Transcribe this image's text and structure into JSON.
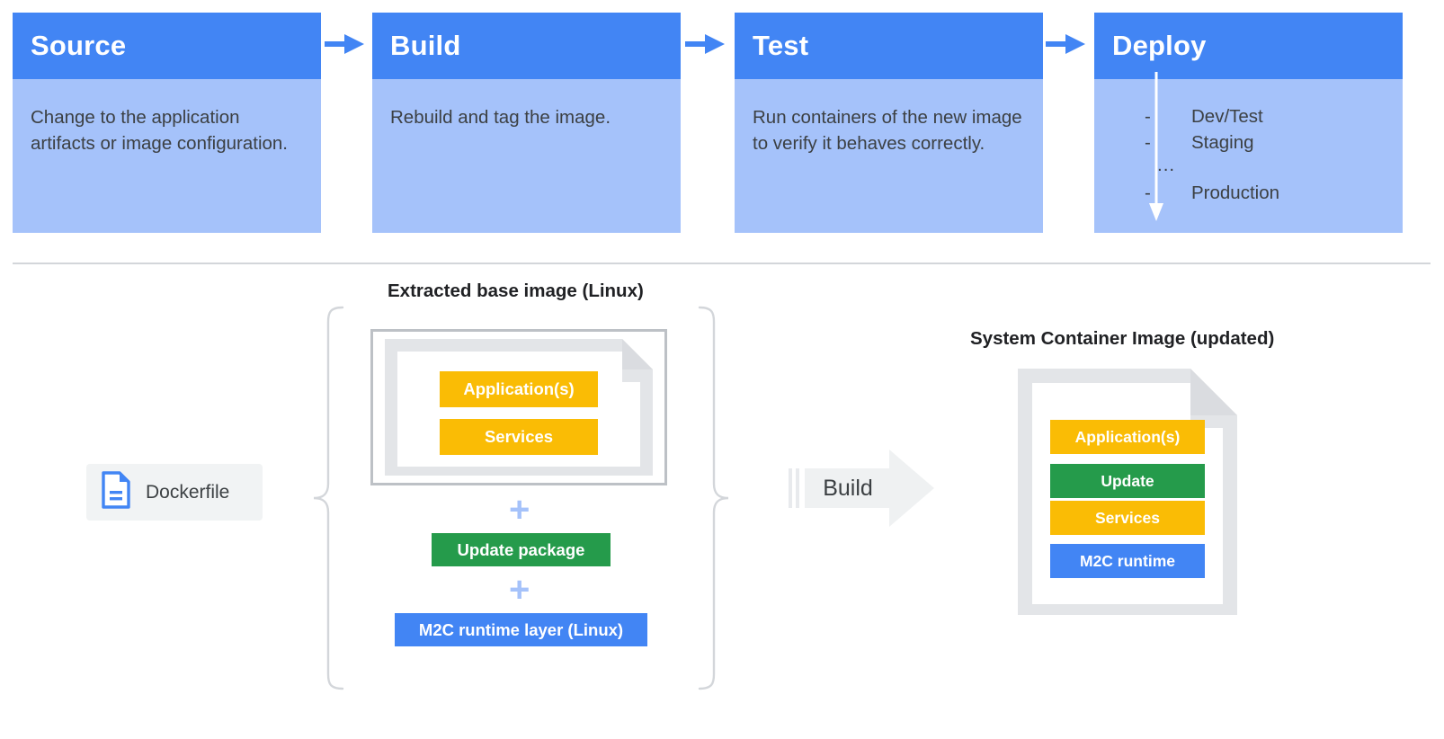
{
  "pipeline": {
    "cards": [
      {
        "title": "Source",
        "body": "Change to the application artifacts or image configuration."
      },
      {
        "title": "Build",
        "body": "Rebuild and tag the image."
      },
      {
        "title": "Test",
        "body": "Run containers of the new image to verify it behaves correctly."
      },
      {
        "title": "Deploy",
        "body": ""
      }
    ],
    "deploy_stages": [
      {
        "dash": "-",
        "label": "Dev/Test"
      },
      {
        "dash": "-",
        "label": "Staging"
      },
      {
        "dash": "",
        "label": "..."
      },
      {
        "dash": "-",
        "label": "Production"
      }
    ],
    "arrow_icon": "arrow-right-icon"
  },
  "build_flow": {
    "base_image_label": "Extracted base image (Linux)",
    "system_image_label": "System Container Image (updated)",
    "dockerfile_label": "Dockerfile",
    "dockerfile_icon": "document-icon",
    "build_arrow_label": "Build",
    "plus_symbol": "+",
    "base_layers": [
      {
        "label": "Application(s)",
        "color": "#fabc05"
      },
      {
        "label": "Services",
        "color": "#fabc05"
      }
    ],
    "added_layers": [
      {
        "label": "Update package",
        "color": "#259b4b"
      },
      {
        "label": "M2C runtime layer (Linux)",
        "color": "#4285f4"
      }
    ],
    "result_layers": [
      {
        "label": "Application(s)",
        "color": "#fabc05"
      },
      {
        "label": "Update",
        "color": "#259b4b"
      },
      {
        "label": "Services",
        "color": "#fabc05"
      },
      {
        "label": "M2C runtime",
        "color": "#4285f4"
      }
    ]
  },
  "colors": {
    "header_blue": "#4285f4",
    "body_blue": "#a5c2fa",
    "yellow": "#fabc05",
    "green": "#259b4b",
    "blue": "#4285f4",
    "grey_line": "#d3d6da",
    "doc_grey": "#e3e5e8",
    "plus_blue": "#a5c2fa"
  }
}
